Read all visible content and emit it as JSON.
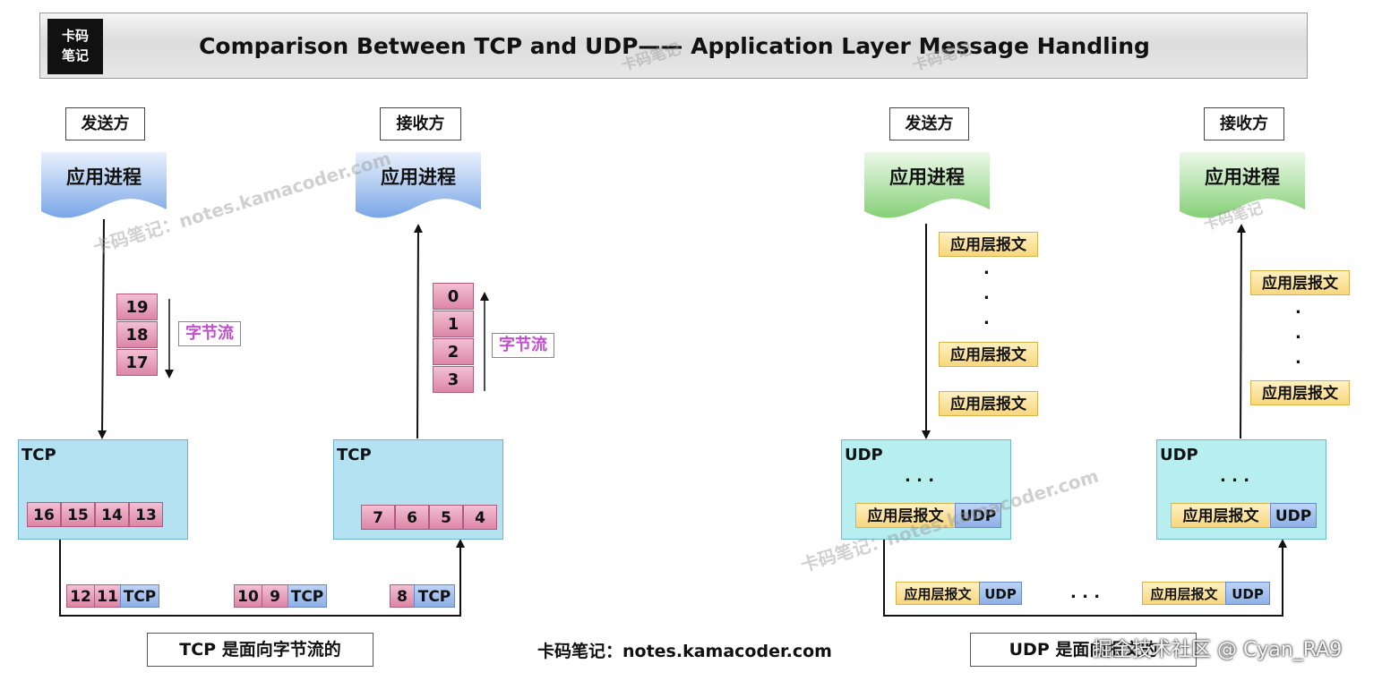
{
  "header": {
    "logo_line1": "卡码",
    "logo_line2": "笔记",
    "title": "Comparison Between TCP and UDP—— Application Layer Message Handling"
  },
  "tcp": {
    "sender_label": "发送方",
    "receiver_label": "接收方",
    "sender_process": "应用进程",
    "receiver_process": "应用进程",
    "sender_stream": [
      "19",
      "18",
      "17"
    ],
    "receiver_stream": [
      "0",
      "1",
      "2",
      "3"
    ],
    "stream_label": "字节流",
    "sender_box_label": "TCP",
    "receiver_box_label": "TCP",
    "sender_buffer": [
      "16",
      "15",
      "14",
      "13"
    ],
    "receiver_buffer": [
      "7",
      "6",
      "5",
      "4"
    ],
    "segments": [
      {
        "bytes": [
          "12",
          "11"
        ],
        "header": "TCP"
      },
      {
        "bytes": [
          "10",
          "9"
        ],
        "header": "TCP"
      },
      {
        "bytes": [
          "8"
        ],
        "header": "TCP"
      }
    ],
    "caption": "TCP 是面向字节流的"
  },
  "udp": {
    "sender_label": "发送方",
    "receiver_label": "接收方",
    "sender_process": "应用进程",
    "receiver_process": "应用进程",
    "message": "应用层报文",
    "dot": ".",
    "box_label": "UDP",
    "box_dots": ". . .",
    "header": "UDP",
    "datagram_dots": ". . .",
    "caption": "UDP 是面向报文的"
  },
  "footer": "卡码笔记：notes.kamacoder.com",
  "watermark_text": "卡码笔记：notes.kamacoder.com",
  "watermark_short": "卡码笔记",
  "credit": "掘金技术社区 @ Cyan_RA9",
  "colors": {
    "tcp_process": "#7aa6e6",
    "udp_process": "#86d077",
    "byte_cell": "#e49ab8",
    "tcp_box": "#b4e2f2",
    "udp_box": "#b7eef0",
    "message": "#fbe4a0",
    "header_tag": "#a6c2ee",
    "stream_text": "#c24fcf"
  }
}
